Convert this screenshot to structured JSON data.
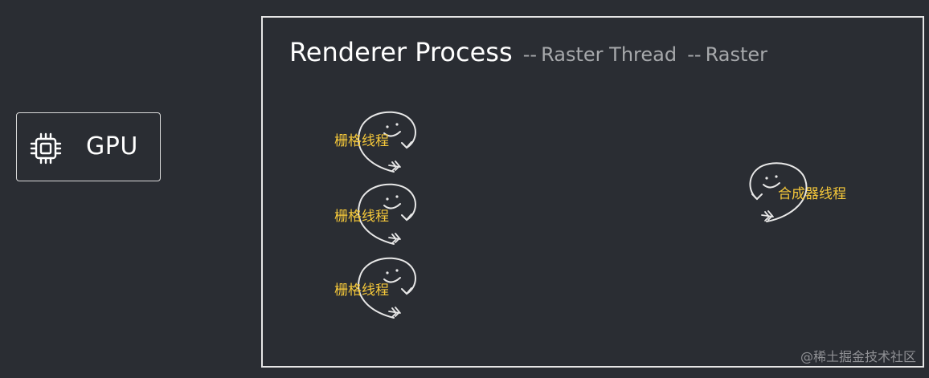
{
  "gpu": {
    "icon": "cpu-chip-icon",
    "label": "GPU"
  },
  "renderer": {
    "title": "Renderer Process",
    "sep1": "--",
    "sub1": "Raster Thread",
    "sep2": "--",
    "sub2": "Raster"
  },
  "threads": {
    "raster_1": "栅格线程",
    "raster_2": "栅格线程",
    "raster_3": "栅格线程",
    "compositor": "合成器线程"
  },
  "watermark": "@稀土掘金技术社区",
  "colors": {
    "background": "#2a2d33",
    "thread_label": "#f5c83a",
    "subtitle": "#a6a8ab",
    "border": "#e6e6e6"
  }
}
